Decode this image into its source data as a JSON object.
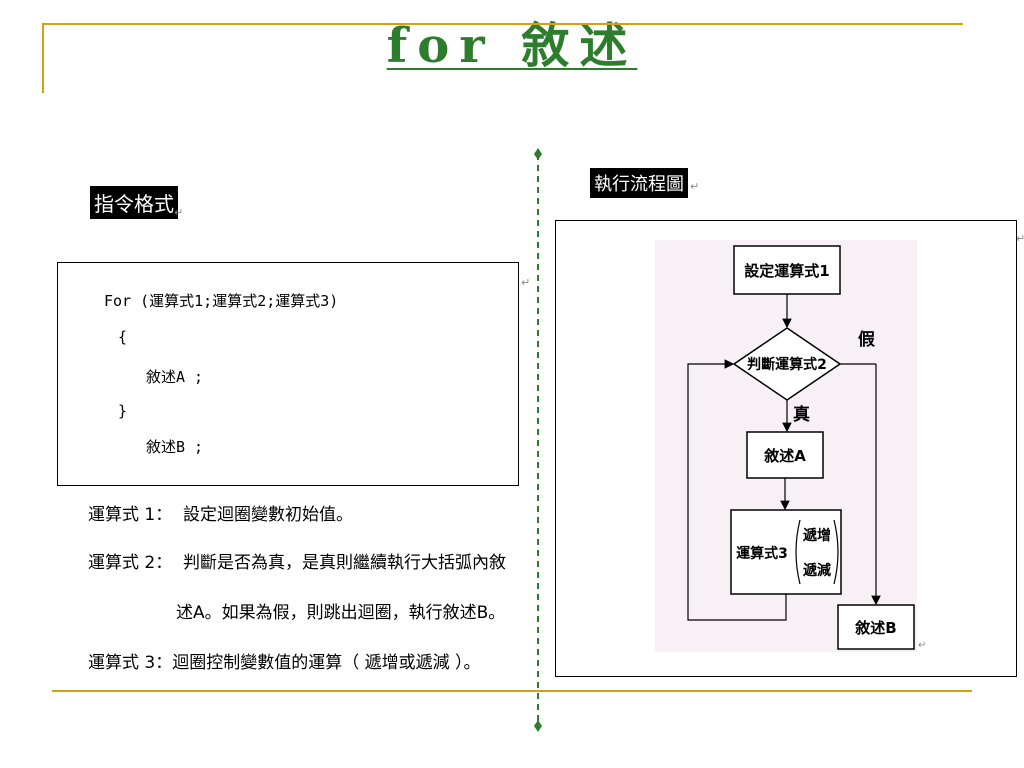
{
  "title": "for  敘述",
  "left": {
    "header_label": "指令格式",
    "code_lines": [
      "For (運算式1;運算式2;運算式3)",
      "{",
      "敘述A ;",
      "}",
      "敘述B ;"
    ],
    "descriptions": [
      "運算式 1：  設定迴圈變數初始值。",
      "運算式 2：  判斷是否為真，是真則繼續執行大括弧內敘",
      "述A。如果為假，則跳出迴圈，執行敘述B。",
      "運算式 3：迴圈控制變數值的運算（ 遞增或遞減 ）。"
    ],
    "para_mark": "↵"
  },
  "right": {
    "header_label": "執行流程圖",
    "flowchart": {
      "init_box": "設定運算式1",
      "decision": "判斷運算式2",
      "false_label": "假",
      "true_label": "真",
      "statement_a": "敘述A",
      "update_box": "運算式3",
      "update_inc": "遞增",
      "update_dec": "遞減",
      "statement_b": "敘述B"
    }
  },
  "colors": {
    "title": "#2e7d2e",
    "rule": "#d4a017",
    "divider": "#2e7d2e"
  }
}
